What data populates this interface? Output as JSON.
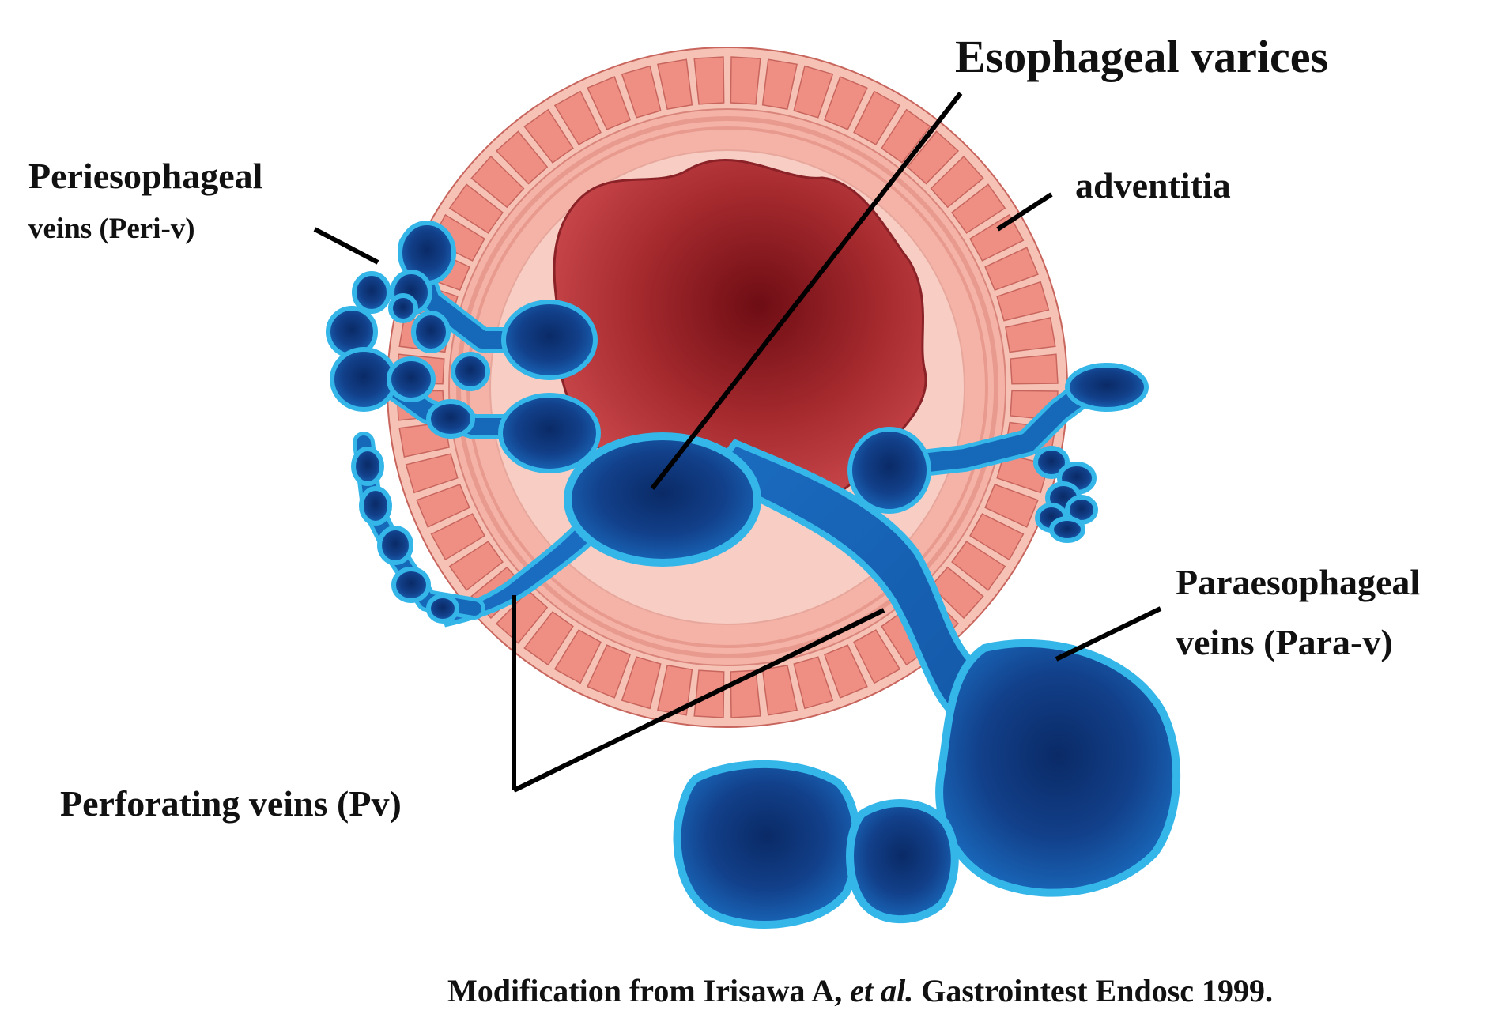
{
  "labels": {
    "esophageal_varices": "Esophageal varices",
    "periesophageal_line1": "Periesophageal",
    "periesophageal_line2": "veins  (Peri-v)",
    "adventitia": "adventitia",
    "paraesophageal_line1": "Paraesophageal",
    "paraesophageal_line2": "veins  (Para-v)",
    "perforating": "Perforating veins (Pv)"
  },
  "citation": {
    "prefix": "Modification from Irisawa A, ",
    "italic": "et al.",
    "suffix": " Gastrointest Endosc 1999."
  },
  "colors": {
    "wall_outer": "#f4b3a6",
    "muscle_block": "#ef8f84",
    "muscle_stroke": "#c8665e",
    "submucosa": "#f7cdc4",
    "lumen_dark": "#6e0d14",
    "lumen_mid": "#a52a2e",
    "lumen_light": "#c9474b",
    "vein_rim": "#34b6e8",
    "vein_mid": "#1668b8",
    "vein_dark": "#0a2a66",
    "leader_line": "#000000"
  }
}
